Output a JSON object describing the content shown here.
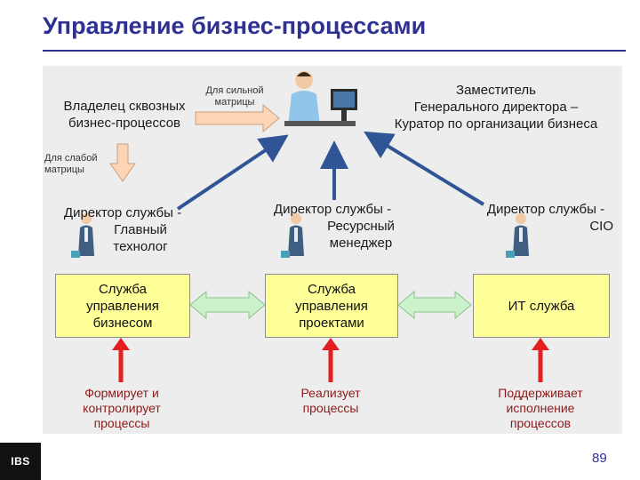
{
  "title": "Управление бизнес-процессами",
  "owner": {
    "line1": "Владелец сквозных",
    "line2": "бизнес-процессов"
  },
  "strong_matrix": {
    "line1": "Для сильной",
    "line2": "матрицы"
  },
  "weak_matrix": {
    "line1": "Для слабой",
    "line2": "матрицы"
  },
  "deputy": {
    "line1": "Заместитель",
    "line2": "Генерального директора –",
    "line3": "Куратор по организации бизнеса"
  },
  "directors": [
    {
      "line1": "Директор службы -",
      "line2": "Главный",
      "line3": "технолог"
    },
    {
      "line1": "Директор службы -",
      "line2": "Ресурсный",
      "line3": "менеджер"
    },
    {
      "line1": "Директор службы -",
      "line2": "CIO"
    }
  ],
  "services": [
    {
      "line1": "Служба",
      "line2": "управления",
      "line3": "бизнесом"
    },
    {
      "line1": "Служба",
      "line2": "управления",
      "line3": "проектами"
    },
    {
      "line1": "ИТ служба"
    }
  ],
  "actions": [
    {
      "line1": "Формирует и",
      "line2": "контролирует",
      "line3": "процессы"
    },
    {
      "line1": "Реализует",
      "line2": "процессы"
    },
    {
      "line1": "Поддерживает",
      "line2": "исполнение",
      "line3": "процессов"
    }
  ],
  "logo": "IBS",
  "page_number": "89",
  "colors": {
    "title": "#2e3192",
    "box_fill": "#ffff99",
    "arrow_blue": "#2f5597",
    "arrow_red": "#e41e1e",
    "arrow_green": "#ccf2cc",
    "panel": "#ededed"
  }
}
